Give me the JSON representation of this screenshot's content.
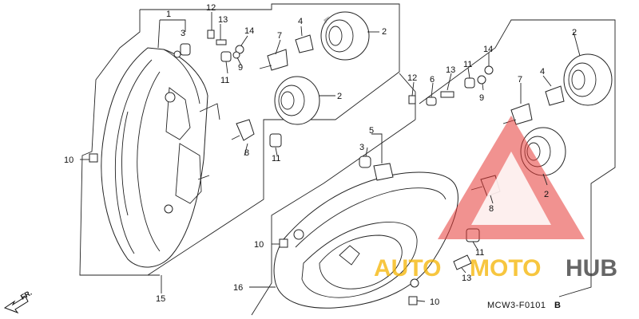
{
  "diagram": {
    "code": "MCW3-F0101",
    "code_suffix": "B",
    "direction_label": "FR.",
    "callouts_left": [
      "1",
      "3",
      "12",
      "13",
      "14",
      "4",
      "7",
      "2",
      "11",
      "9",
      "2",
      "8",
      "11",
      "10",
      "15"
    ],
    "callouts_right": [
      "12",
      "6",
      "13",
      "11",
      "14",
      "7",
      "4",
      "2",
      "5",
      "3",
      "9",
      "2",
      "8",
      "10",
      "11",
      "13",
      "16",
      "10"
    ],
    "watermark": {
      "text_a": "AUTO",
      "text_b": "MOTO",
      "text_c": "HUB",
      "colors": {
        "triangle": "#e53935",
        "auto": "#f5b400",
        "moto": "#f5b400",
        "hub": "#333333"
      }
    }
  }
}
